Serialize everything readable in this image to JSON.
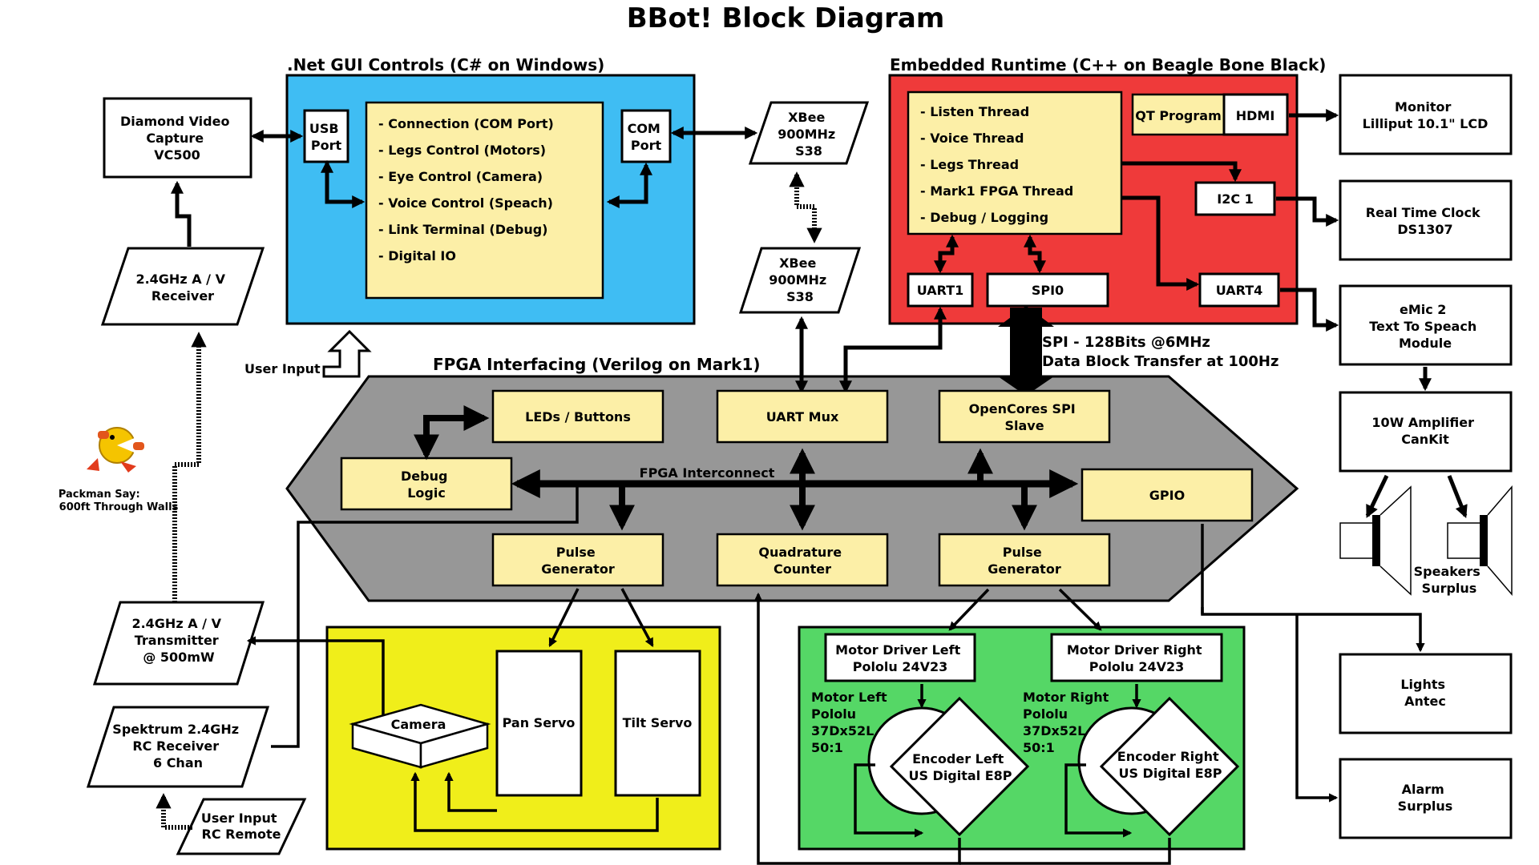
{
  "title": "BBot! Block Diagram",
  "colors": {
    "net_gui_bg": "#3fbdf3",
    "embedded_bg": "#ef3a3a",
    "fpga_bg": "#979797",
    "camera_section_bg": "#f0ee1a",
    "motor_section_bg": "#55d766",
    "block_fill": "#fcefa7"
  },
  "net_gui": {
    "title": ".Net GUI Controls (C# on Windows)",
    "usb_port": [
      "USB",
      "Port"
    ],
    "com_port": [
      "COM",
      "Port"
    ],
    "controls": [
      "- Connection (COM Port)",
      "- Legs Control (Motors)",
      "- Eye Control (Camera)",
      "- Voice Control (Speach)",
      "- Link Terminal (Debug)",
      "- Digital IO"
    ],
    "user_input": "User Input"
  },
  "embedded": {
    "title": "Embedded Runtime (C++ on Beagle Bone Black)",
    "threads": [
      "- Listen Thread",
      "- Voice Thread",
      "- Legs Thread",
      "- Mark1 FPGA Thread",
      "- Debug / Logging"
    ],
    "qt_program": "QT Program",
    "hdmi": "HDMI",
    "i2c": "I2C 1",
    "uart1": "UART1",
    "spi0": "SPI0",
    "uart4": "UART4"
  },
  "spi_note": [
    "SPI - 128Bits @6MHz",
    "Data Block Transfer at 100Hz"
  ],
  "xbee_top": [
    "XBee",
    "900MHz",
    "S38"
  ],
  "xbee_bottom": [
    "XBee",
    "900MHz",
    "S38"
  ],
  "diamond_video": [
    "Diamond Video",
    "Capture",
    "VC500"
  ],
  "av_receiver": [
    "2.4GHz A / V",
    "Receiver"
  ],
  "av_transmitter": [
    "2.4GHz A / V",
    "Transmitter",
    "@ 500mW"
  ],
  "spektrum": [
    "Spektrum 2.4GHz",
    "RC Receiver",
    "6 Chan"
  ],
  "rc_remote": [
    "User Input",
    "RC Remote"
  ],
  "packman": [
    "Packman Say:",
    "600ft Through Walls"
  ],
  "fpga": {
    "title": "FPGA Interfacing (Verilog on Mark1)",
    "leds_buttons": "LEDs / Buttons",
    "uart_mux": "UART Mux",
    "opencores": [
      "OpenCores SPI",
      "Slave"
    ],
    "debug_logic": [
      "Debug",
      "Logic"
    ],
    "interconnect": "FPGA Interconnect",
    "gpio": "GPIO",
    "pulse_gen_left": [
      "Pulse",
      "Generator"
    ],
    "quadrature": [
      "Quadrature",
      "Counter"
    ],
    "pulse_gen_right": [
      "Pulse",
      "Generator"
    ]
  },
  "camera_section": {
    "camera": "Camera",
    "pan_servo": "Pan Servo",
    "tilt_servo": "Tilt Servo"
  },
  "motor_section": {
    "driver_left": [
      "Motor Driver Left",
      "Pololu 24V23"
    ],
    "driver_right": [
      "Motor Driver Right",
      "Pololu 24V23"
    ],
    "motor_left": [
      "Motor Left",
      "Pololu",
      "37Dx52L",
      "50:1"
    ],
    "motor_right": [
      "Motor Right",
      "Pololu",
      "37Dx52L",
      "50:1"
    ],
    "encoder_left": [
      "Encoder Left",
      "US Digital E8P"
    ],
    "encoder_right": [
      "Encoder Right",
      "US Digital E8P"
    ]
  },
  "peripherals": {
    "monitor": [
      "Monitor",
      "Lilliput 10.1\" LCD"
    ],
    "rtc": [
      "Real Time Clock",
      "DS1307"
    ],
    "emic": [
      "eMic 2",
      "Text To Speach",
      "Module"
    ],
    "amplifier": [
      "10W Amplifier",
      "CanKit"
    ],
    "speakers": [
      "Speakers",
      "Surplus"
    ],
    "lights": [
      "Lights",
      "Antec"
    ],
    "alarm": [
      "Alarm",
      "Surplus"
    ]
  }
}
